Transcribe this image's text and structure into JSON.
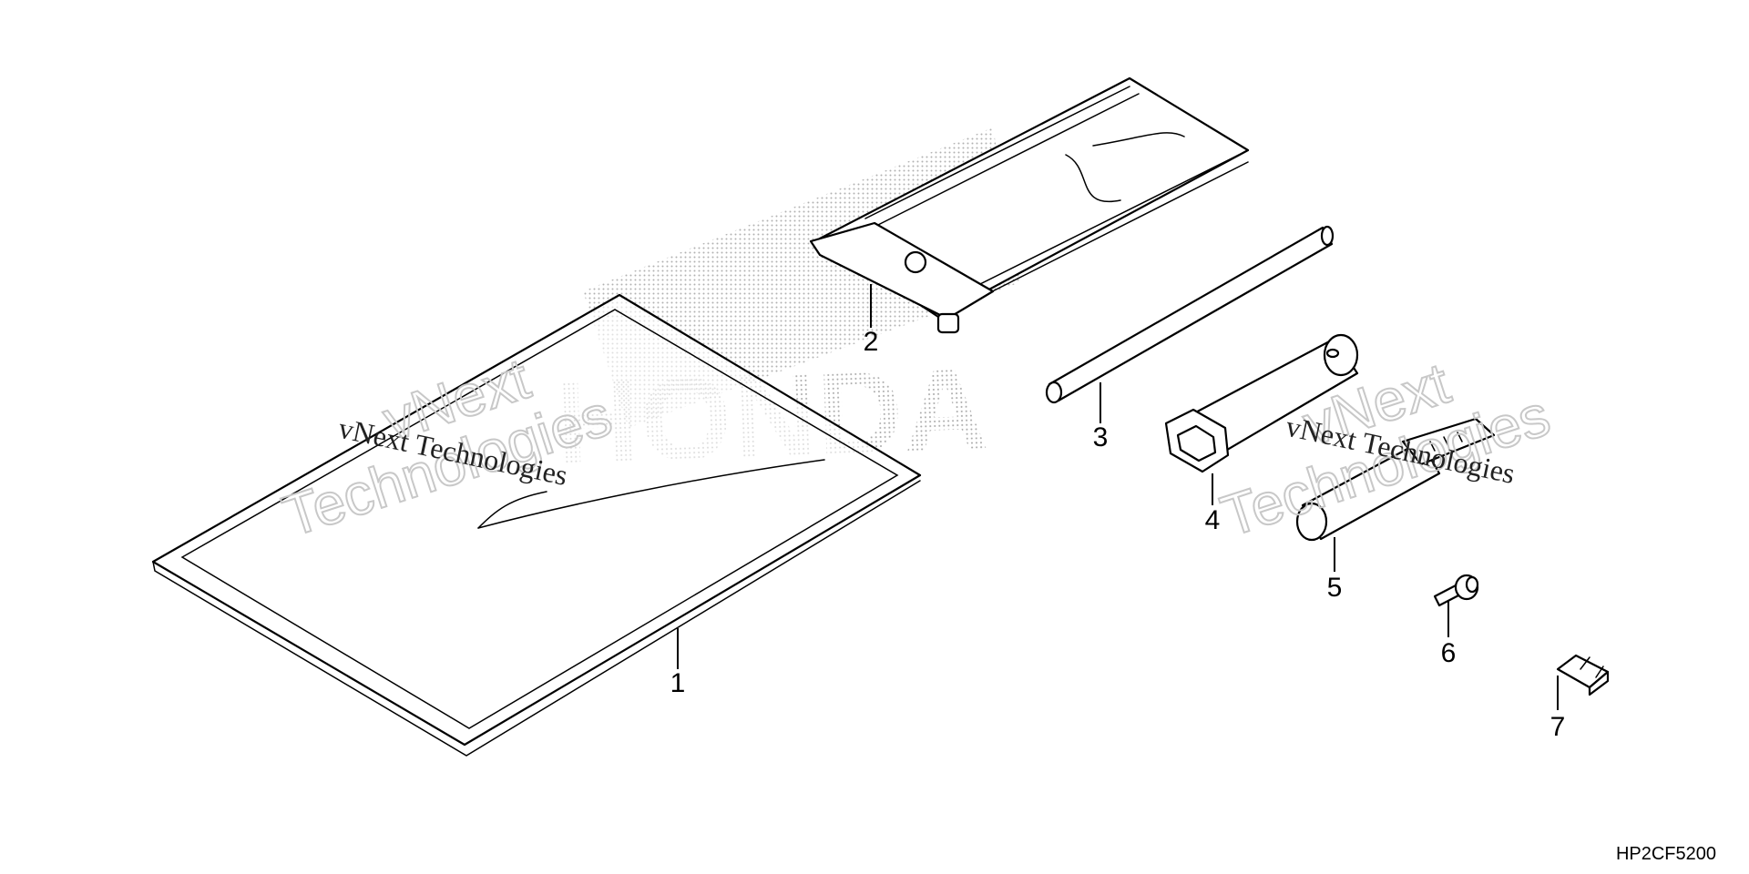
{
  "callouts": [
    "1",
    "2",
    "3",
    "4",
    "5",
    "6",
    "7"
  ],
  "watermark": {
    "brand_text": "HONDA",
    "line1": "vNext",
    "line2": "Technologies",
    "serif_text": "vNext Technologies"
  },
  "diagram_code": "HP2CF5200"
}
